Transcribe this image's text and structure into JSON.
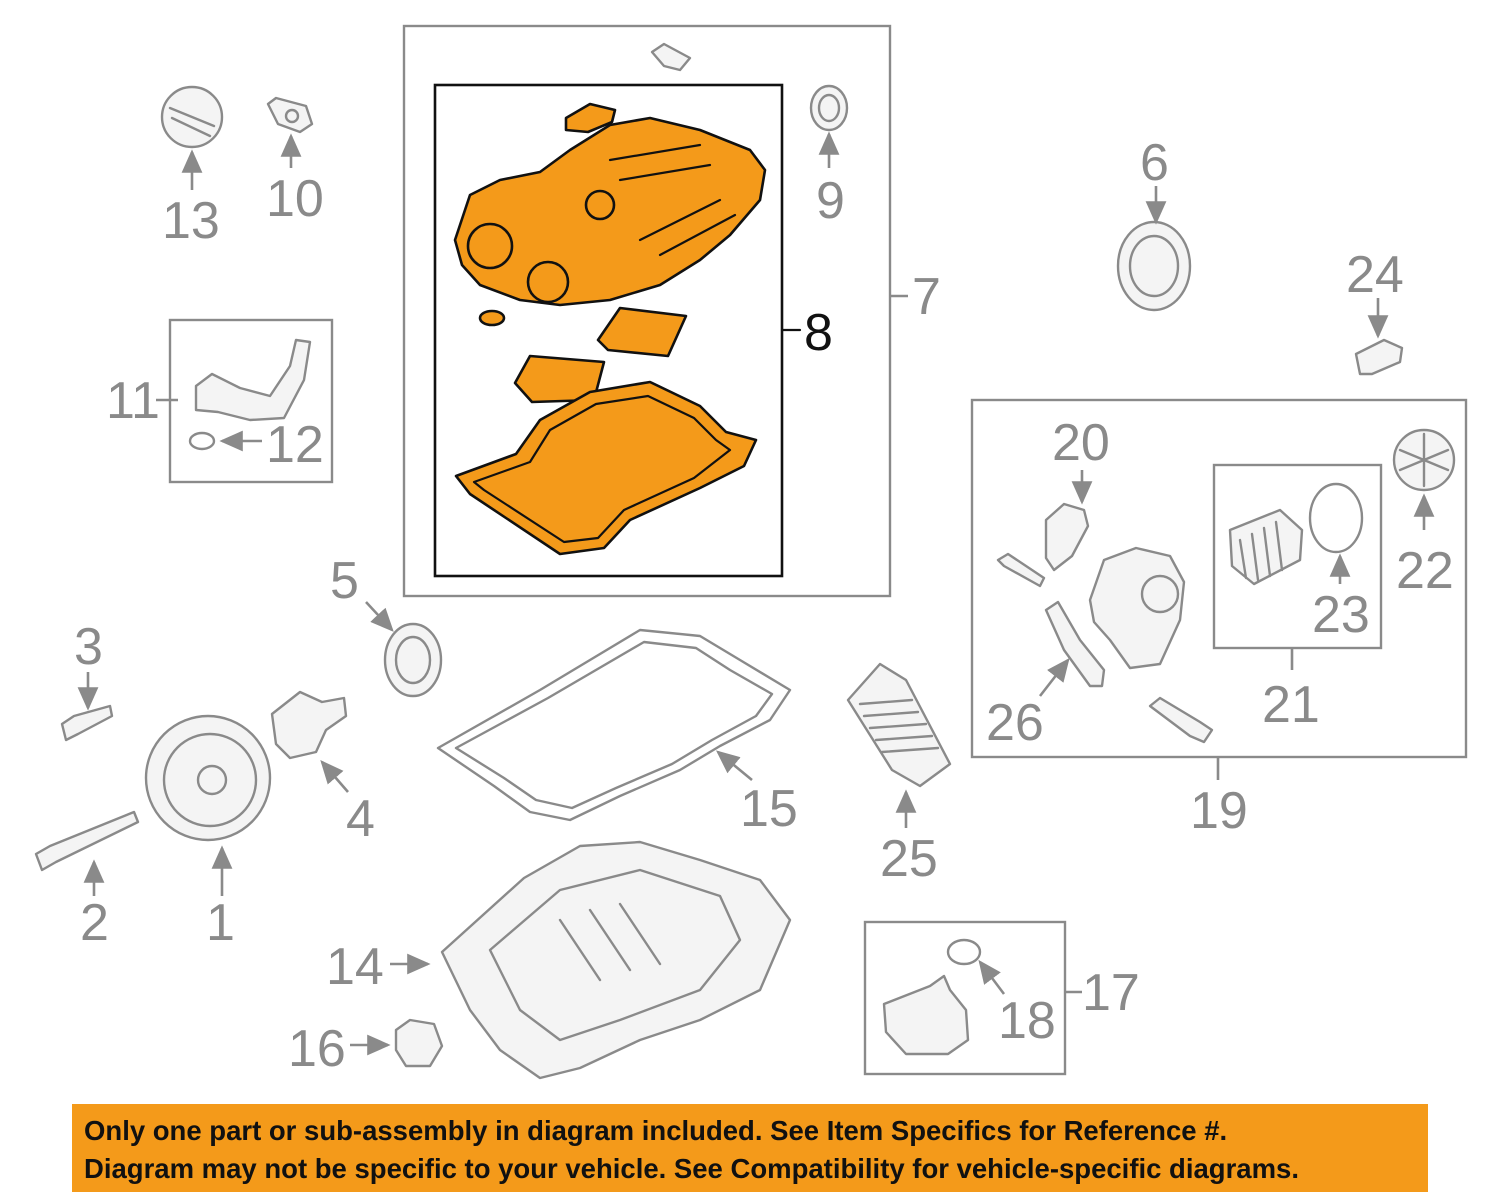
{
  "callouts": {
    "c1": "1",
    "c2": "2",
    "c3": "3",
    "c4": "4",
    "c5": "5",
    "c6": "6",
    "c7": "7",
    "c8": "8",
    "c9": "9",
    "c10": "10",
    "c11": "11",
    "c12": "12",
    "c13": "13",
    "c14": "14",
    "c15": "15",
    "c16": "16",
    "c17": "17",
    "c18": "18",
    "c19": "19",
    "c20": "20",
    "c21": "21",
    "c22": "22",
    "c23": "23",
    "c24": "24",
    "c25": "25",
    "c26": "26"
  },
  "colors": {
    "highlight": "#f49a1a",
    "part_stroke": "#8a8a8a",
    "text_dark": "#111111"
  },
  "banner": {
    "line1": "Only one part or sub-assembly in diagram included. See Item Specifics for Reference #.",
    "line2": "Diagram may not be specific to your vehicle. See Compatibility for vehicle-specific diagrams."
  }
}
